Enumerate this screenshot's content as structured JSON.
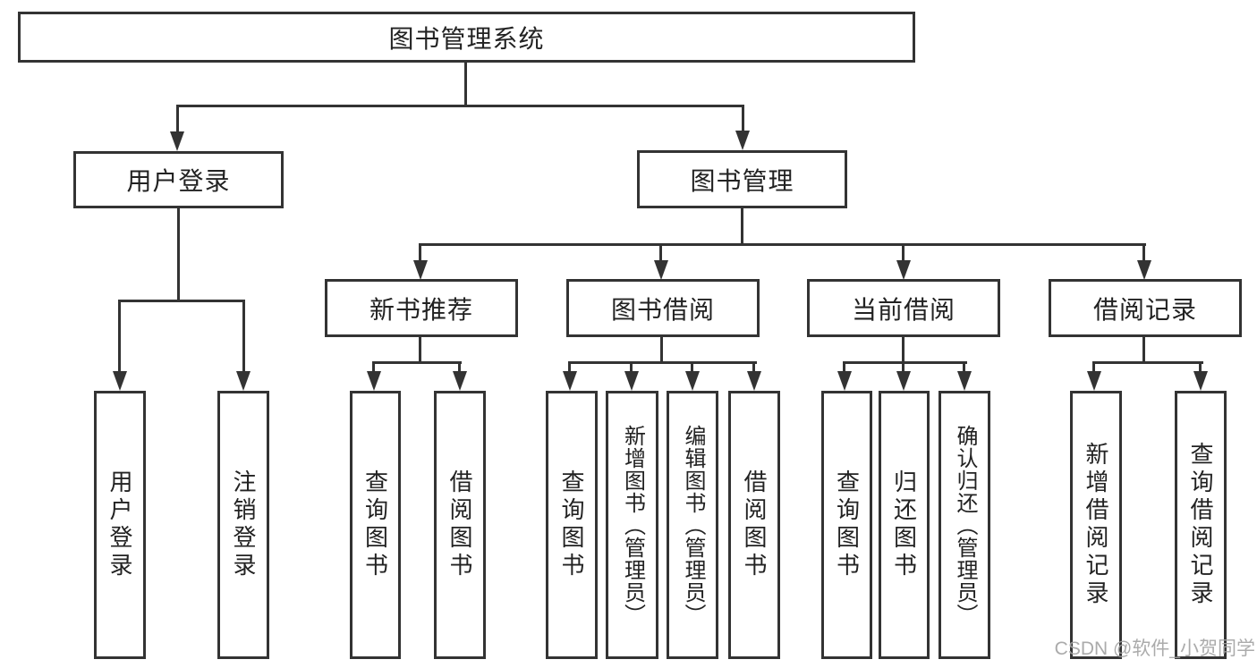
{
  "diagram": {
    "root": {
      "label": "图书管理系统"
    },
    "level2": [
      {
        "label": "用户登录"
      },
      {
        "label": "图书管理"
      }
    ],
    "level3": [
      {
        "label": "新书推荐"
      },
      {
        "label": "图书借阅"
      },
      {
        "label": "当前借阅"
      },
      {
        "label": "借阅记录"
      }
    ],
    "leaves": {
      "user_login": [
        "用户登录",
        "注销登录"
      ],
      "new_recommend": [
        "查询图书",
        "借阅图书"
      ],
      "book_borrow": [
        "查询图书",
        "新增图书（管理员）",
        "编辑图书（管理员）",
        "借阅图书"
      ],
      "current_borrow": [
        "查询图书",
        "归还图书",
        "确认归还（管理员）"
      ],
      "borrow_records": [
        "新增借阅记录",
        "查询借阅记录"
      ]
    },
    "colors": {
      "line": "#333333",
      "text": "#222222",
      "watermark": "#a2a2a2"
    }
  },
  "watermark": {
    "text": "CSDN @软件_小贺同学"
  }
}
